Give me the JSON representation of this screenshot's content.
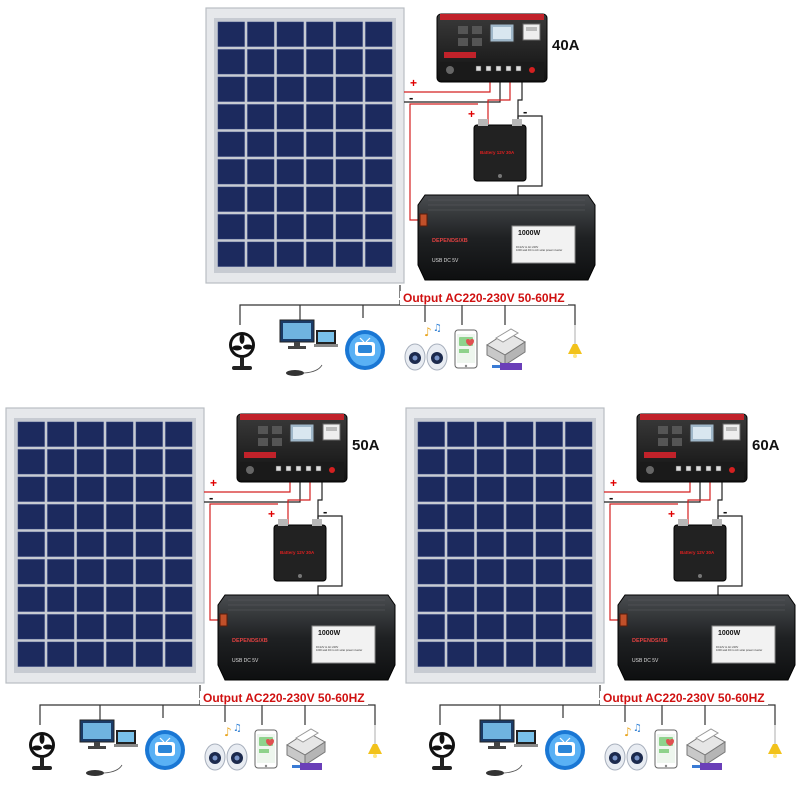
{
  "kits": [
    {
      "id": "kit-40a",
      "current": "40A"
    },
    {
      "id": "kit-50a",
      "current": "50A"
    },
    {
      "id": "kit-60a",
      "current": "60A"
    }
  ],
  "wiring": {
    "positive": "+",
    "negative": "-"
  },
  "battery": {
    "label": "Battery  12V 30A"
  },
  "inverter": {
    "brand": "DEPENDS/XB",
    "ports": "USB  DC  5V",
    "power": "1000W",
    "spec_line1": "DC12V to AC 220V",
    "spec_line2": "1000 watt DC to AC solar power inverter"
  },
  "output": {
    "label": "Output  AC220-230V 50-60HZ"
  },
  "appliances": [
    {
      "name": "fan",
      "icon": "fan-icon"
    },
    {
      "name": "computer",
      "icon": "computer-icon"
    },
    {
      "name": "television",
      "icon": "tv-icon"
    },
    {
      "name": "speakers",
      "icon": "speaker-icon"
    },
    {
      "name": "phone",
      "icon": "phone-icon"
    },
    {
      "name": "printer",
      "icon": "printer-icon"
    },
    {
      "name": "lamp",
      "icon": "lamp-icon"
    }
  ],
  "colors": {
    "positive_wire": "#d42020",
    "negative_wire": "#222222",
    "output_text": "#d01010",
    "panel_cell": "#1c2a5e",
    "panel_frame": "#cfd3d8"
  }
}
